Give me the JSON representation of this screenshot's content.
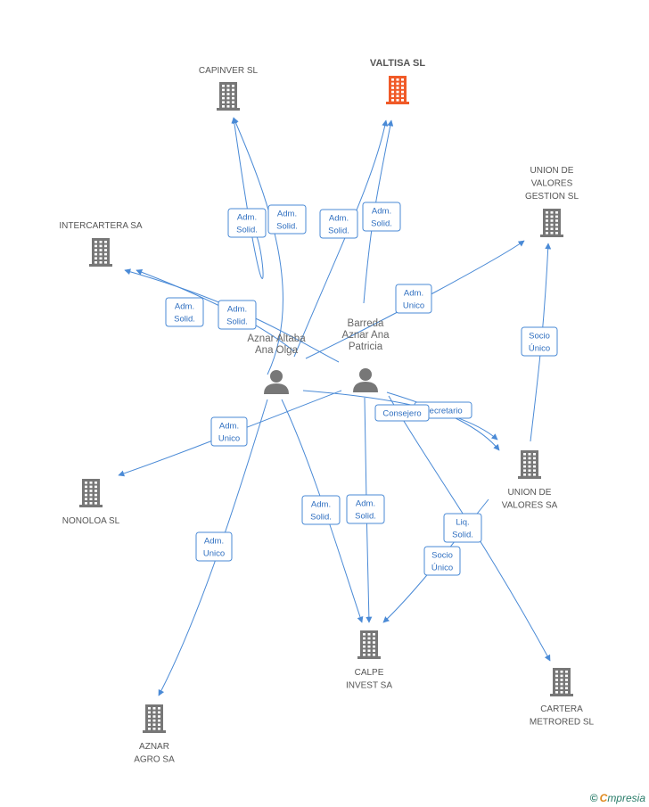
{
  "nodes": [
    {
      "id": "capinver",
      "type": "company",
      "lines": [
        "CAPINVER  SL"
      ],
      "color": "#777777",
      "main": false
    },
    {
      "id": "valtisa",
      "type": "company",
      "lines": [
        "VALTISA  SL"
      ],
      "color": "#f05a28",
      "main": true
    },
    {
      "id": "union_gestion",
      "type": "company",
      "lines": [
        "UNION DE",
        "VALORES",
        "GESTION SL"
      ],
      "color": "#777777",
      "main": false
    },
    {
      "id": "intercartera",
      "type": "company",
      "lines": [
        "INTERCARTERA SA"
      ],
      "color": "#777777",
      "main": false
    },
    {
      "id": "union_valores",
      "type": "company",
      "lines": [
        "UNION DE",
        "VALORES SA"
      ],
      "color": "#777777",
      "main": false
    },
    {
      "id": "nonoloa",
      "type": "company",
      "lines": [
        "NONOLOA SL"
      ],
      "color": "#777777",
      "main": false
    },
    {
      "id": "calpe",
      "type": "company",
      "lines": [
        "CALPE",
        "INVEST SA"
      ],
      "color": "#777777",
      "main": false
    },
    {
      "id": "cartera",
      "type": "company",
      "lines": [
        "CARTERA",
        "METRORED SL"
      ],
      "color": "#777777",
      "main": false
    },
    {
      "id": "aznar_agro",
      "type": "company",
      "lines": [
        "AZNAR",
        "AGRO SA"
      ],
      "color": "#777777",
      "main": false
    },
    {
      "id": "aznar_altaba",
      "type": "person",
      "lines": [
        "Aznar Altaba",
        "Ana Olga"
      ],
      "color": "#777777",
      "main": false
    },
    {
      "id": "barreda",
      "type": "person",
      "lines": [
        "Barreda",
        "Aznar Ana",
        "Patricia"
      ],
      "color": "#777777",
      "main": false
    }
  ],
  "edge_labels": [
    {
      "id": "l1",
      "lines": [
        "Adm.",
        "Solid."
      ]
    },
    {
      "id": "l2",
      "lines": [
        "Adm.",
        "Solid."
      ]
    },
    {
      "id": "l3",
      "lines": [
        "Adm.",
        "Solid."
      ]
    },
    {
      "id": "l4",
      "lines": [
        "Adm.",
        "Solid."
      ]
    },
    {
      "id": "l5",
      "lines": [
        "Adm.",
        "Solid."
      ]
    },
    {
      "id": "l6",
      "lines": [
        "Adm.",
        "Solid."
      ]
    },
    {
      "id": "l7",
      "lines": [
        "Adm.",
        "Unico"
      ]
    },
    {
      "id": "l8",
      "lines": [
        "Socio",
        "Único"
      ]
    },
    {
      "id": "l9",
      "lines": [
        "Secretario"
      ]
    },
    {
      "id": "l10",
      "lines": [
        "Consejero"
      ]
    },
    {
      "id": "l11",
      "lines": [
        "Adm.",
        "Unico"
      ]
    },
    {
      "id": "l12",
      "lines": [
        "Adm.",
        "Solid."
      ]
    },
    {
      "id": "l13",
      "lines": [
        "Adm.",
        "Solid."
      ]
    },
    {
      "id": "l14",
      "lines": [
        "Liq.",
        "Solid."
      ]
    },
    {
      "id": "l15",
      "lines": [
        "Socio",
        "Único"
      ]
    },
    {
      "id": "l16",
      "lines": [
        "Adm.",
        "Unico"
      ]
    }
  ],
  "brand": {
    "copyright": "©",
    "initial": "C",
    "rest": "mpresia"
  },
  "colors": {
    "edge": "#4a8ad6",
    "node": "#777777",
    "highlight": "#f05a28"
  }
}
